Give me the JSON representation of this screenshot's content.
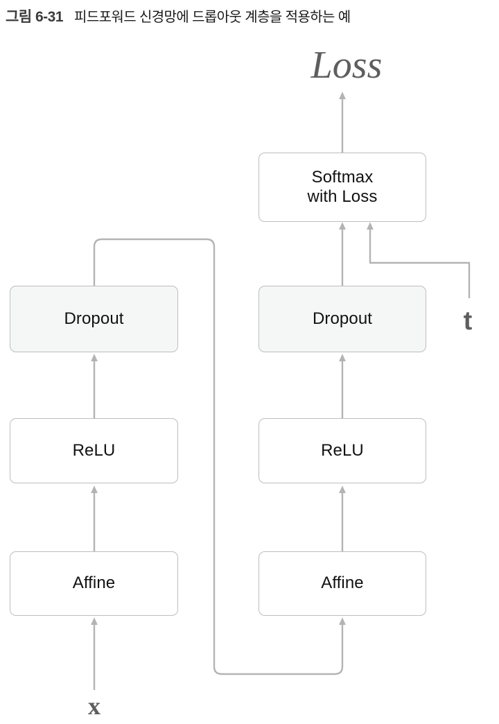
{
  "caption": {
    "label": "그림 6-31",
    "text": "피드포워드 신경망에 드롭아웃 계층을 적용하는 예"
  },
  "colors": {
    "box_border": "#bdbdbd",
    "box_fill": "#ffffff",
    "box_fill_shaded": "#f5f7f6",
    "wire": "#b3b3b3",
    "label_text": "#5e5e5e",
    "box_text": "#111111",
    "caption_label": "#3b3b3b",
    "caption_text": "#1a1a1a",
    "background": "#ffffff"
  },
  "labels": {
    "loss": "Loss",
    "input_x": "x",
    "target_t": "t"
  },
  "nodes": {
    "softmax_with_loss": {
      "line1": "Softmax",
      "line2": "with Loss"
    },
    "left_dropout": "Dropout",
    "left_relu": "ReLU",
    "left_affine": "Affine",
    "right_dropout": "Dropout",
    "right_relu": "ReLU",
    "right_affine": "Affine"
  },
  "diagram": {
    "type": "flow-diagram",
    "orientation": "bottom-to-top",
    "columns": [
      {
        "name": "left-column",
        "stack_bottom_to_top": [
          "Affine",
          "ReLU",
          "Dropout"
        ]
      },
      {
        "name": "right-column",
        "stack_bottom_to_top": [
          "Affine",
          "ReLU",
          "Dropout",
          "Softmax with Loss"
        ]
      }
    ],
    "edges": [
      {
        "from": "x",
        "to": "left Affine"
      },
      {
        "from": "left Affine",
        "to": "left ReLU"
      },
      {
        "from": "left ReLU",
        "to": "left Dropout"
      },
      {
        "from": "left Dropout",
        "to": "right Affine"
      },
      {
        "from": "right Affine",
        "to": "right ReLU"
      },
      {
        "from": "right ReLU",
        "to": "right Dropout"
      },
      {
        "from": "right Dropout",
        "to": "Softmax with Loss"
      },
      {
        "from": "t",
        "to": "Softmax with Loss"
      },
      {
        "from": "Softmax with Loss",
        "to": "Loss"
      }
    ]
  }
}
